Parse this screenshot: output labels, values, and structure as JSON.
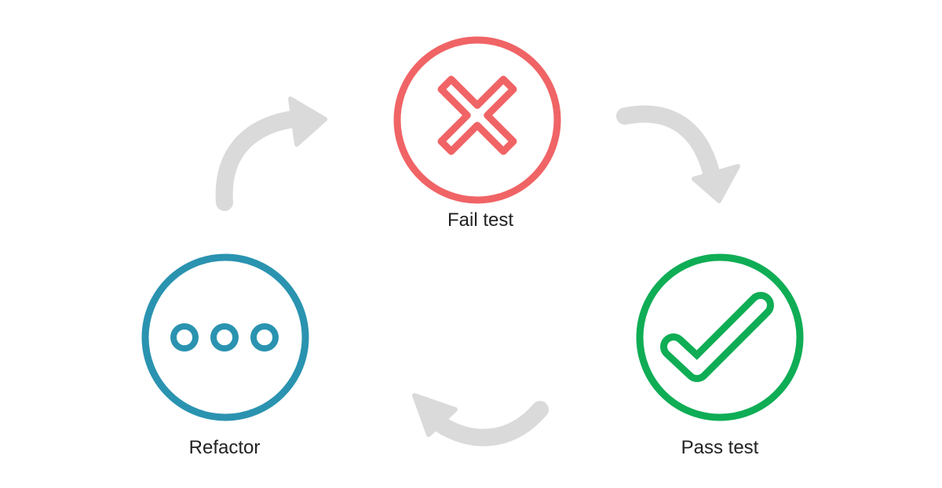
{
  "colors": {
    "fail": "#f06466",
    "pass": "#0fad55",
    "refactor": "#2a93b0",
    "arrow": "#dadada",
    "label": "#222222"
  },
  "steps": [
    {
      "id": "fail",
      "label": "Fail test",
      "icon": "x-icon"
    },
    {
      "id": "pass",
      "label": "Pass test",
      "icon": "checkmark-icon"
    },
    {
      "id": "refactor",
      "label": "Refactor",
      "icon": "ellipsis-icon"
    }
  ],
  "arrows": [
    {
      "id": "fail-to-pass",
      "from": "fail",
      "to": "pass"
    },
    {
      "id": "pass-to-refactor",
      "from": "pass",
      "to": "refactor"
    },
    {
      "id": "refactor-to-fail",
      "from": "refactor",
      "to": "fail"
    }
  ]
}
